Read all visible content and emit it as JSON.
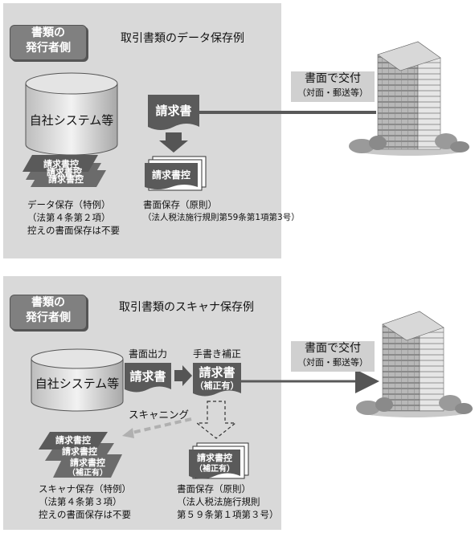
{
  "panel1": {
    "badge_line1": "書類の",
    "badge_line2": "発行者側",
    "title": "取引書類のデータ保存例",
    "system_label": "自社システム等",
    "invoice_label": "請求書",
    "delivery_line1": "書面で交付",
    "delivery_line2": "（対面・郵送等）",
    "copy_label": "請求書控",
    "data_caption": [
      "データ保存（特例）",
      "（法第４条第２項）",
      "控えの書面保存は不要"
    ],
    "paper_caption": [
      "書面保存（原則）",
      "（法人税法施行規則第59条第1項第3号）"
    ]
  },
  "panel2": {
    "badge_line1": "書類の",
    "badge_line2": "発行者側",
    "title": "取引書類のスキャナ保存例",
    "system_label": "自社システム等",
    "print_label": "書面出力",
    "invoice_label": "請求書",
    "handwrite_label": "手書き補正",
    "corrected_line1": "請求書",
    "corrected_line2": "（補正有）",
    "delivery_line1": "書面で交付",
    "delivery_line2": "（対面・郵送等）",
    "scanning_label": "スキャニング",
    "copy_label": "請求書控",
    "copy_corrected_line2": "（補正有）",
    "scan_caption": [
      "スキャナ保存（特例）",
      "（法第４条第３項）",
      "控えの書面保存は不要"
    ],
    "paper_caption": [
      "書面保存（原則）",
      "（法人税法施行規則",
      "第５９条第１項第３号）"
    ]
  },
  "colors": {
    "panel_bg": "#d9d9d9",
    "badge_bg": "#808080",
    "dark_doc": "#5a5a5a",
    "line": "#595959",
    "dashed_arrow": "#b0b0b0"
  }
}
